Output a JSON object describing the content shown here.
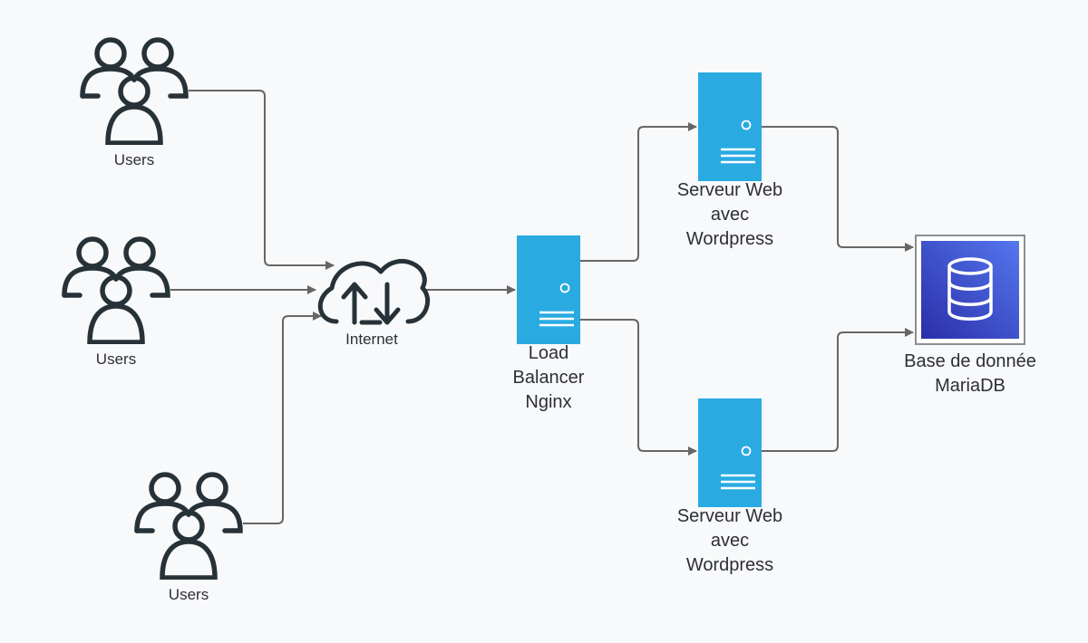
{
  "diagram": {
    "users": [
      {
        "label": "Users"
      },
      {
        "label": "Users"
      },
      {
        "label": "Users"
      }
    ],
    "internet": {
      "label": "Internet"
    },
    "load_balancer": {
      "label": "Load\nBalancer\nNginx"
    },
    "web_servers": [
      {
        "label": "Serveur Web\navec\nWordpress"
      },
      {
        "label": "Serveur Web\navec\nWordpress"
      }
    ],
    "database": {
      "label": "Base de donnée\nMariaDB"
    }
  },
  "colors": {
    "server": "#29abe2",
    "database_start": "#2a2ea8",
    "database_end": "#5577ee",
    "stroke": "#263238",
    "connector": "#666666",
    "background": "#f8f9fb"
  },
  "icons": {
    "users": "users-group-icon",
    "internet": "cloud-upload-download-icon",
    "server": "server-icon",
    "database": "database-icon"
  }
}
